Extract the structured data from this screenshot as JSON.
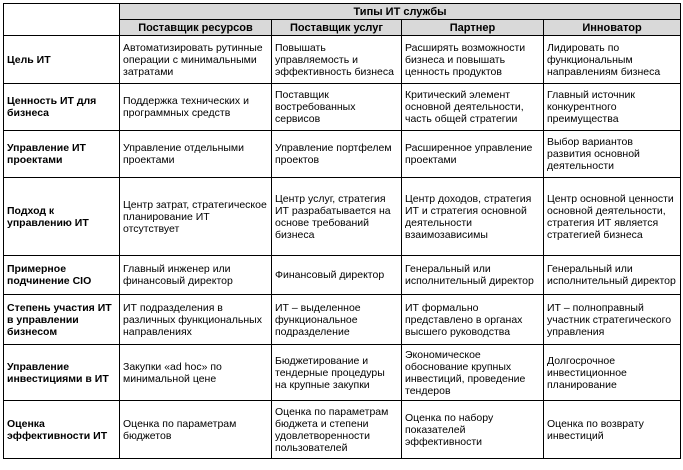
{
  "table": {
    "group_header": "Типы ИТ службы",
    "columns": [
      "Поставщик ресурсов",
      "Поставщик услуг",
      "Партнер",
      "Инноватор"
    ],
    "rows": [
      {
        "label": "Цель ИТ",
        "cells": [
          "Автоматизировать рутинные операции с минимальными затратами",
          "Повышать управляемость и эффективность бизнеса",
          "Расширять возможности бизнеса и повышать ценность продуктов",
          "Лидировать по функциональным направлениям бизнеса"
        ]
      },
      {
        "label": "Ценность ИТ для бизнеса",
        "cells": [
          "Поддержка технических и программных средств",
          "Поставщик востребованных сервисов",
          "Критический элемент основной деятельности, часть общей стратегии",
          "Главный источник конкурентного преимущества"
        ]
      },
      {
        "label": "Управление ИТ проектами",
        "cells": [
          "Управление отдельными проектами",
          "Управление портфелем проектов",
          "Расширенное управление проектами",
          "Выбор вариантов развития основной деятельности"
        ]
      },
      {
        "label": "Подход к управлению ИТ",
        "cells": [
          "Центр затрат, стратегическое планирование ИТ отсутствует",
          "Центр услуг, стратегия ИТ разрабатывается на основе требований бизнеса",
          "Центр доходов, стратегия ИТ и стратегия основной деятельности взаимозависимы",
          "Центр основной ценности основной деятельности, стратегия ИТ является стратегией бизнеса"
        ]
      },
      {
        "label": "Примерное подчинение CIO",
        "cells": [
          "Главный инженер или финансовый директор",
          "Финансовый директор",
          "Генеральный или исполнительный директор",
          "Генеральный или исполнительный директор"
        ]
      },
      {
        "label": "Степень участия ИТ в управлении бизнесом",
        "cells": [
          "ИТ подразделения в различных функциональных направлениях",
          "ИТ – выделенное функциональное подразделение",
          "ИТ формально представлено в органах высшего руководства",
          "ИТ – полноправный участник стратегического управления"
        ]
      },
      {
        "label": "Управление инвестициями в ИТ",
        "cells": [
          "Закупки «ad hoc» по минимальной цене",
          "Бюджетирование и тендерные процедуры на крупные закупки",
          "Экономическое обоснование крупных инвестиций, проведение тендеров",
          "Долгосрочное инвестиционное планирование"
        ]
      },
      {
        "label": "Оценка эффективности ИТ",
        "cells": [
          "Оценка по параметрам бюджетов",
          "Оценка по параметрам бюджета и степени удовлетворенности пользователей",
          "Оценка по набору показателей эффективности",
          "Оценка по возврату инвестиций"
        ]
      }
    ]
  }
}
